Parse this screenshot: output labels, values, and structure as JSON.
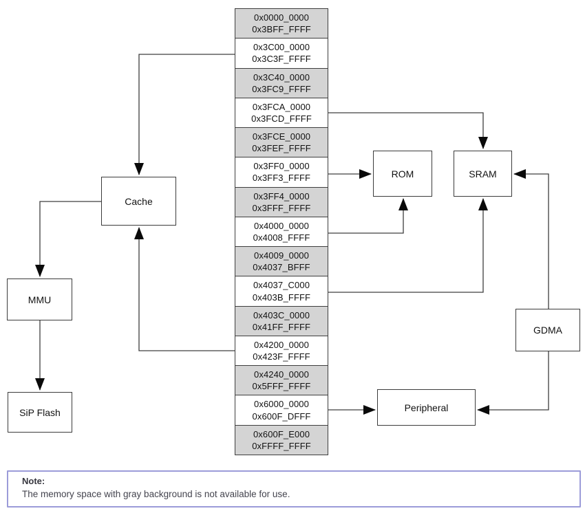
{
  "diagram": {
    "memory_map": {
      "rows": [
        {
          "start": "0x0000_0000",
          "end": "0x3BFF_FFFF",
          "unavailable": true
        },
        {
          "start": "0x3C00_0000",
          "end": "0x3C3F_FFFF",
          "unavailable": false
        },
        {
          "start": "0x3C40_0000",
          "end": "0x3FC9_FFFF",
          "unavailable": true
        },
        {
          "start": "0x3FCA_0000",
          "end": "0x3FCD_FFFF",
          "unavailable": false
        },
        {
          "start": "0x3FCE_0000",
          "end": "0x3FEF_FFFF",
          "unavailable": true
        },
        {
          "start": "0x3FF0_0000",
          "end": "0x3FF3_FFFF",
          "unavailable": false
        },
        {
          "start": "0x3FF4_0000",
          "end": "0x3FFF_FFFF",
          "unavailable": true
        },
        {
          "start": "0x4000_0000",
          "end": "0x4008_FFFF",
          "unavailable": false
        },
        {
          "start": "0x4009_0000",
          "end": "0x4037_BFFF",
          "unavailable": true
        },
        {
          "start": "0x4037_C000",
          "end": "0x403B_FFFF",
          "unavailable": false
        },
        {
          "start": "0x403C_0000",
          "end": "0x41FF_FFFF",
          "unavailable": true
        },
        {
          "start": "0x4200_0000",
          "end": "0x423F_FFFF",
          "unavailable": false
        },
        {
          "start": "0x4240_0000",
          "end": "0x5FFF_FFFF",
          "unavailable": true
        },
        {
          "start": "0x6000_0000",
          "end": "0x600F_DFFF",
          "unavailable": false
        },
        {
          "start": "0x600F_E000",
          "end": "0xFFFF_FFFF",
          "unavailable": true
        }
      ]
    },
    "blocks": {
      "cache": {
        "label": "Cache"
      },
      "mmu": {
        "label": "MMU"
      },
      "sip_flash": {
        "label": "SiP Flash"
      },
      "rom": {
        "label": "ROM"
      },
      "sram": {
        "label": "SRAM"
      },
      "gdma": {
        "label": "GDMA"
      },
      "peripheral": {
        "label": "Peripheral"
      }
    },
    "connections": [
      {
        "from": "0x3C00_0000-0x3C3F_FFFF",
        "to": "Cache"
      },
      {
        "from": "0x3FCA_0000-0x3FCD_FFFF",
        "to": "SRAM"
      },
      {
        "from": "0x3FF0_0000-0x3FF3_FFFF",
        "to": "ROM"
      },
      {
        "from": "0x4000_0000-0x4008_FFFF",
        "to": "ROM"
      },
      {
        "from": "0x4037_C000-0x403B_FFFF",
        "to": "SRAM"
      },
      {
        "from": "0x4200_0000-0x423F_FFFF",
        "to": "Cache"
      },
      {
        "from": "0x6000_0000-0x600F_DFFF",
        "to": "Peripheral"
      },
      {
        "from": "Cache",
        "to": "MMU"
      },
      {
        "from": "MMU",
        "to": "SiP Flash"
      },
      {
        "from": "GDMA",
        "to": "SRAM"
      },
      {
        "from": "GDMA",
        "to": "Peripheral"
      }
    ],
    "colors": {
      "unavailable_bg": "#d4d4d4",
      "available_bg": "#ffffff",
      "line": "#3d3d3d",
      "note_border": "#9b9bd9"
    }
  },
  "note": {
    "title": "Note:",
    "body": "The memory space with gray background is not available for use."
  }
}
